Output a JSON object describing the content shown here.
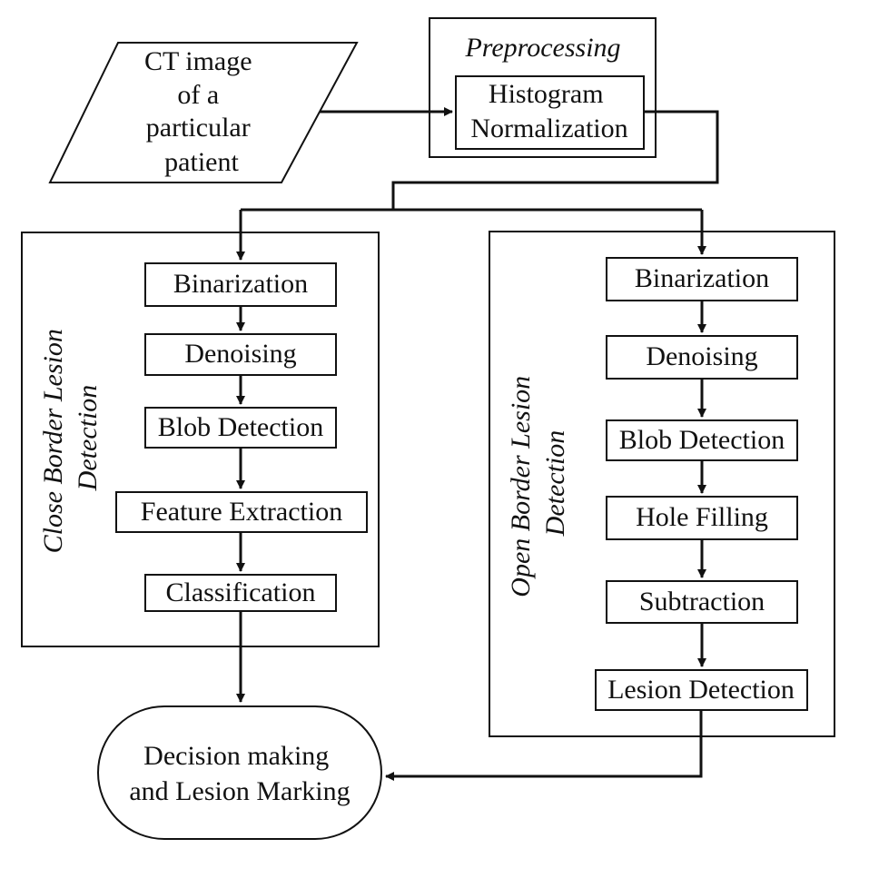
{
  "input": {
    "lines": [
      "CT image",
      "of a",
      "particular",
      "patient"
    ]
  },
  "preprocessing": {
    "title": "Preprocessing",
    "step_lines": [
      "Histogram",
      "Normalization"
    ]
  },
  "close_border": {
    "title_lines": [
      "Close Border Lesion",
      "Detection"
    ],
    "steps": [
      "Binarization",
      "Denoising",
      "Blob Detection",
      "Feature Extraction",
      "Classification"
    ]
  },
  "open_border": {
    "title_lines": [
      "Open Border Lesion",
      "Detection"
    ],
    "steps": [
      "Binarization",
      "Denoising",
      "Blob Detection",
      "Hole Filling",
      "Subtraction",
      "Lesion Detection"
    ]
  },
  "output": {
    "lines": [
      "Decision making",
      "and Lesion Marking"
    ]
  },
  "colors": {
    "stroke": "#111111",
    "background": "#ffffff"
  }
}
